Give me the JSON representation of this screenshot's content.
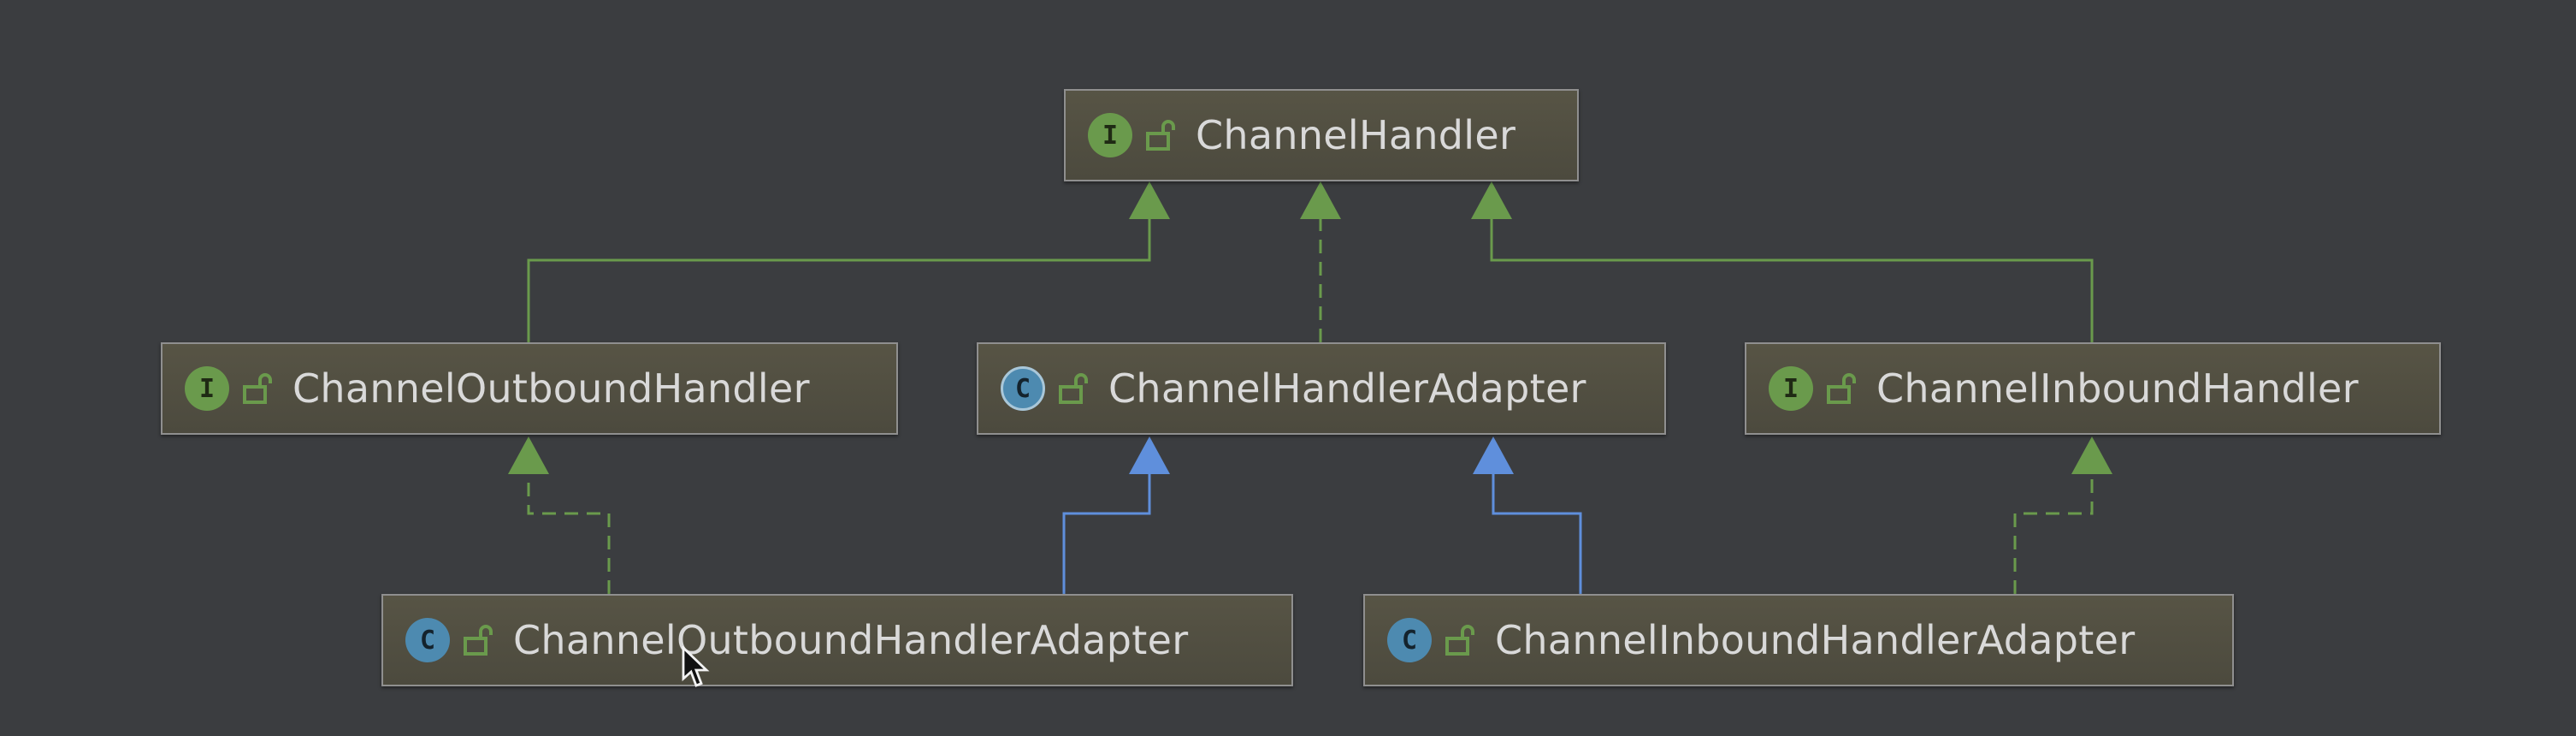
{
  "colors": {
    "background": "#3b3d40",
    "node_fill": "#545245",
    "node_border": "#8f8f8f",
    "text": "#d9d9d9",
    "interface_badge": "#6a9a4c",
    "class_badge": "#4d8ab0",
    "implements_edge": "#6a9a4c",
    "extends_edge": "#5f8fdc"
  },
  "nodes": {
    "channel_handler": {
      "kind": "I",
      "visibility_icon": "open-lock-icon",
      "label": "ChannelHandler"
    },
    "channel_outbound_handler": {
      "kind": "I",
      "visibility_icon": "open-lock-icon",
      "label": "ChannelOutboundHandler"
    },
    "channel_handler_adapter": {
      "kind": "C",
      "abstract": true,
      "visibility_icon": "open-lock-icon",
      "label": "ChannelHandlerAdapter"
    },
    "channel_inbound_handler": {
      "kind": "I",
      "visibility_icon": "open-lock-icon",
      "label": "ChannelInboundHandler"
    },
    "channel_outbound_handler_adapter": {
      "kind": "C",
      "visibility_icon": "open-lock-icon",
      "label": "ChannelOutboundHandlerAdapter"
    },
    "channel_inbound_handler_adapter": {
      "kind": "C",
      "visibility_icon": "open-lock-icon",
      "label": "ChannelInboundHandlerAdapter"
    }
  },
  "edges": [
    {
      "from": "channel_outbound_handler",
      "to": "channel_handler",
      "relation": "extends-interface",
      "style": "solid-green"
    },
    {
      "from": "channel_handler_adapter",
      "to": "channel_handler",
      "relation": "implements",
      "style": "dashed-green"
    },
    {
      "from": "channel_inbound_handler",
      "to": "channel_handler",
      "relation": "extends-interface",
      "style": "solid-green"
    },
    {
      "from": "channel_outbound_handler_adapter",
      "to": "channel_outbound_handler",
      "relation": "implements",
      "style": "dashed-green"
    },
    {
      "from": "channel_outbound_handler_adapter",
      "to": "channel_handler_adapter",
      "relation": "extends",
      "style": "solid-blue"
    },
    {
      "from": "channel_inbound_handler_adapter",
      "to": "channel_handler_adapter",
      "relation": "extends",
      "style": "solid-blue"
    },
    {
      "from": "channel_inbound_handler_adapter",
      "to": "channel_inbound_handler",
      "relation": "implements",
      "style": "dashed-green"
    }
  ],
  "cursor": {
    "icon": "mouse-pointer-icon"
  }
}
